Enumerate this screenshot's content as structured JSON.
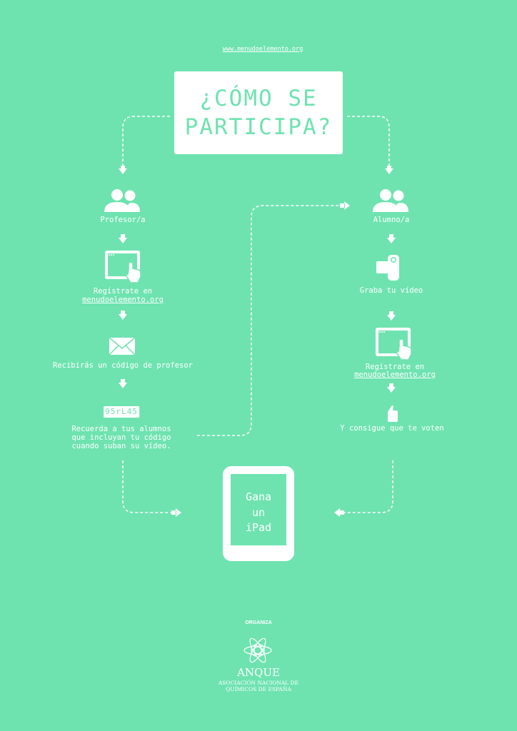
{
  "header": {
    "url": "www.menudoelemento.org"
  },
  "title": {
    "line1": "¿CÓMO SE",
    "line2": "PARTICIPA?"
  },
  "profesor": {
    "role": "Profesor/a",
    "step1_line1": "Regístrate en",
    "step1_link": "menudoelemento.org",
    "step2": "Recibirás un código de profesor",
    "code": "95rL45",
    "step3_line1": "Recuerda a tus alumnos",
    "step3_line2": "que incluyan tu código",
    "step3_line3": "cuando suban su vídeo."
  },
  "alumno": {
    "role": "Alumno/a",
    "step1": "Graba tu vídeo",
    "step2_line1": "Regístrate en",
    "step2_link": "menudoelemento.org",
    "step3": "Y consigue que te voten"
  },
  "prize": {
    "line1": "Gana",
    "line2": "un",
    "line3": "iPad"
  },
  "footer": {
    "organiza": "ORGANIZA",
    "logo_name": "ANQUE",
    "logo_line1": "ASOCIACIÓN NACIONAL DE",
    "logo_line2": "QUÍMICOS DE ESPAÑA"
  },
  "colors": {
    "background": "#6ee3b0",
    "foreground": "#ffffff"
  }
}
